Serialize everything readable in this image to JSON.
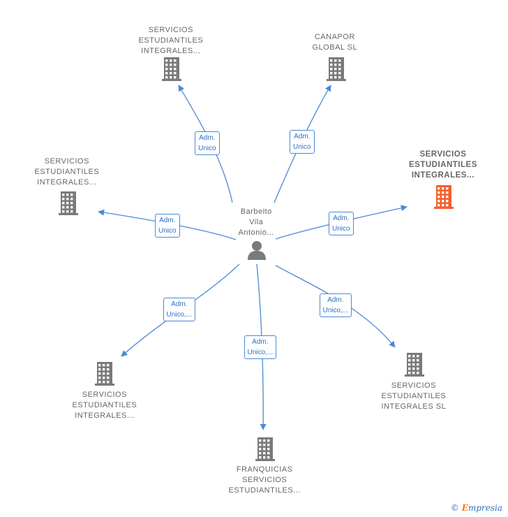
{
  "center": {
    "lines": [
      "Barbeito",
      "Vila",
      "Antonio..."
    ],
    "icon": "person-icon"
  },
  "nodes": [
    {
      "id": "n1",
      "lines": [
        "SERVICIOS",
        "ESTUDIANTILES",
        "INTEGRALES..."
      ],
      "icon": "building-icon"
    },
    {
      "id": "n2",
      "lines": [
        "CANAPOR",
        "GLOBAL  SL"
      ],
      "icon": "building-icon"
    },
    {
      "id": "n3",
      "lines": [
        "SERVICIOS",
        "ESTUDIANTILES",
        "INTEGRALES..."
      ],
      "icon": "building-icon",
      "highlight": true
    },
    {
      "id": "n4",
      "lines": [
        "SERVICIOS",
        "ESTUDIANTILES",
        "INTEGRALES..."
      ],
      "icon": "building-icon"
    },
    {
      "id": "n5",
      "lines": [
        "SERVICIOS",
        "ESTUDIANTILES",
        "INTEGRALES..."
      ],
      "icon": "building-icon"
    },
    {
      "id": "n6",
      "lines": [
        "FRANQUICIAS",
        "SERVICIOS",
        "ESTUDIANTILES..."
      ],
      "icon": "building-icon"
    },
    {
      "id": "n7",
      "lines": [
        "SERVICIOS",
        "ESTUDIANTILES",
        "INTEGRALES SL"
      ],
      "icon": "building-icon"
    }
  ],
  "edges": [
    {
      "to": "n1",
      "label": [
        "Adm.",
        "Unico"
      ]
    },
    {
      "to": "n2",
      "label": [
        "Adm.",
        "Unico"
      ]
    },
    {
      "to": "n3",
      "label": [
        "Adm.",
        "Unico"
      ]
    },
    {
      "to": "n4",
      "label": [
        "Adm.",
        "Unico"
      ]
    },
    {
      "to": "n5",
      "label": [
        "Adm.",
        "Unico,..."
      ]
    },
    {
      "to": "n6",
      "label": [
        "Adm.",
        "Unico,..."
      ]
    },
    {
      "to": "n7",
      "label": [
        "Adm.",
        "Unico,..."
      ]
    }
  ],
  "colors": {
    "edge": "#4a89d6",
    "node_icon": "#7a7a7a",
    "highlight_icon": "#f2612e"
  },
  "footer": {
    "copyright": "©",
    "brand_first": "E",
    "brand_rest": "mpresia"
  }
}
